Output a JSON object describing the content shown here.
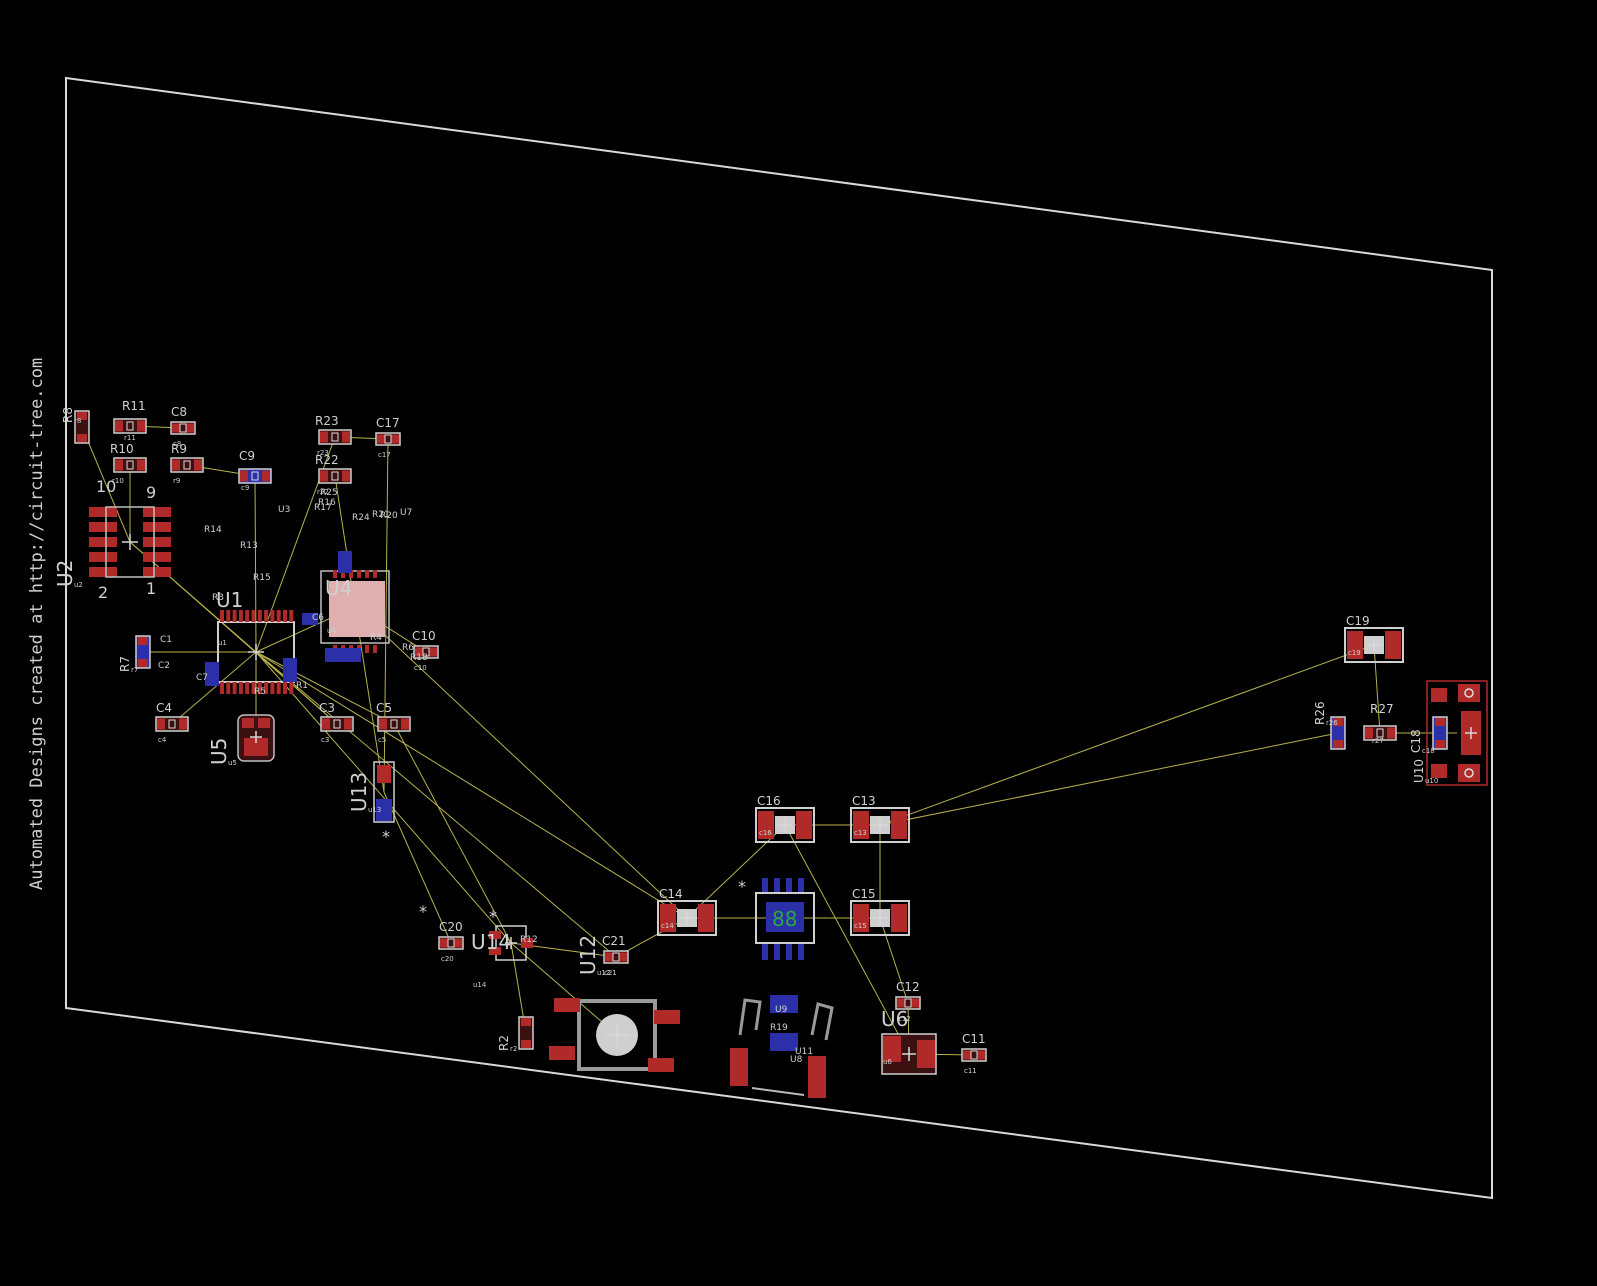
{
  "watermark": "Automated Designs created at http://circuit-tree.com",
  "colors": {
    "background": "#000000",
    "outline": "#d9d9d9",
    "silkscreen": "#d0d0d0",
    "top_copper": "#b02a2a",
    "bottom_copper": "#2b2fa8",
    "airwire": "#b8b24a",
    "pad_fill": "#e0b0b0",
    "green": "#2aa84a"
  },
  "components": [
    {
      "ref": "R8",
      "sub": "r8"
    },
    {
      "ref": "R11",
      "sub": "r11"
    },
    {
      "ref": "C8",
      "sub": "c8"
    },
    {
      "ref": "R10",
      "sub": "r10"
    },
    {
      "ref": "R9",
      "sub": "r9"
    },
    {
      "ref": "C9",
      "sub": "c9"
    },
    {
      "ref": "R23",
      "sub": "r23"
    },
    {
      "ref": "C17",
      "sub": "c17"
    },
    {
      "ref": "R22",
      "sub": "r22"
    },
    {
      "ref": "U2",
      "sub": "u2"
    },
    {
      "ref": "U1",
      "sub": "u1"
    },
    {
      "ref": "U4",
      "sub": "u4"
    },
    {
      "ref": "C10",
      "sub": "c10"
    },
    {
      "ref": "R7",
      "sub": "r7"
    },
    {
      "ref": "C4",
      "sub": "c4"
    },
    {
      "ref": "U5",
      "sub": "u5"
    },
    {
      "ref": "C3",
      "sub": "c3"
    },
    {
      "ref": "C5",
      "sub": "c5"
    },
    {
      "ref": "U13",
      "sub": "u13"
    },
    {
      "ref": "C20",
      "sub": "c20"
    },
    {
      "ref": "U14",
      "sub": "u14"
    },
    {
      "ref": "C21",
      "sub": "c21"
    },
    {
      "ref": "U12",
      "sub": "u12"
    },
    {
      "ref": "R2",
      "sub": "r2"
    },
    {
      "ref": "C14",
      "sub": "c14"
    },
    {
      "ref": "C16",
      "sub": "c16"
    },
    {
      "ref": "C13",
      "sub": "c13"
    },
    {
      "ref": "C15",
      "sub": "c15"
    },
    {
      "ref": "C12",
      "sub": "c12"
    },
    {
      "ref": "U6",
      "sub": "u6"
    },
    {
      "ref": "C11",
      "sub": "c11"
    },
    {
      "ref": "C19",
      "sub": "c19"
    },
    {
      "ref": "R26",
      "sub": "r26"
    },
    {
      "ref": "R27",
      "sub": "r27"
    },
    {
      "ref": "C18",
      "sub": "c18"
    },
    {
      "ref": "U10",
      "sub": "u10"
    }
  ],
  "pin_labels": [
    "10",
    "9",
    "2",
    "1"
  ],
  "misc_labels": [
    "R13",
    "R14",
    "R15",
    "R16",
    "R17",
    "R21",
    "R24",
    "R25",
    "C1",
    "C2",
    "C6",
    "C7",
    "R1",
    "R3",
    "R4",
    "R5",
    "R6",
    "U3",
    "U7",
    "U8",
    "U9",
    "U11",
    "R12",
    "R18",
    "R19",
    "R20"
  ],
  "markers": {
    "asterisk": "*",
    "plus": "+"
  }
}
